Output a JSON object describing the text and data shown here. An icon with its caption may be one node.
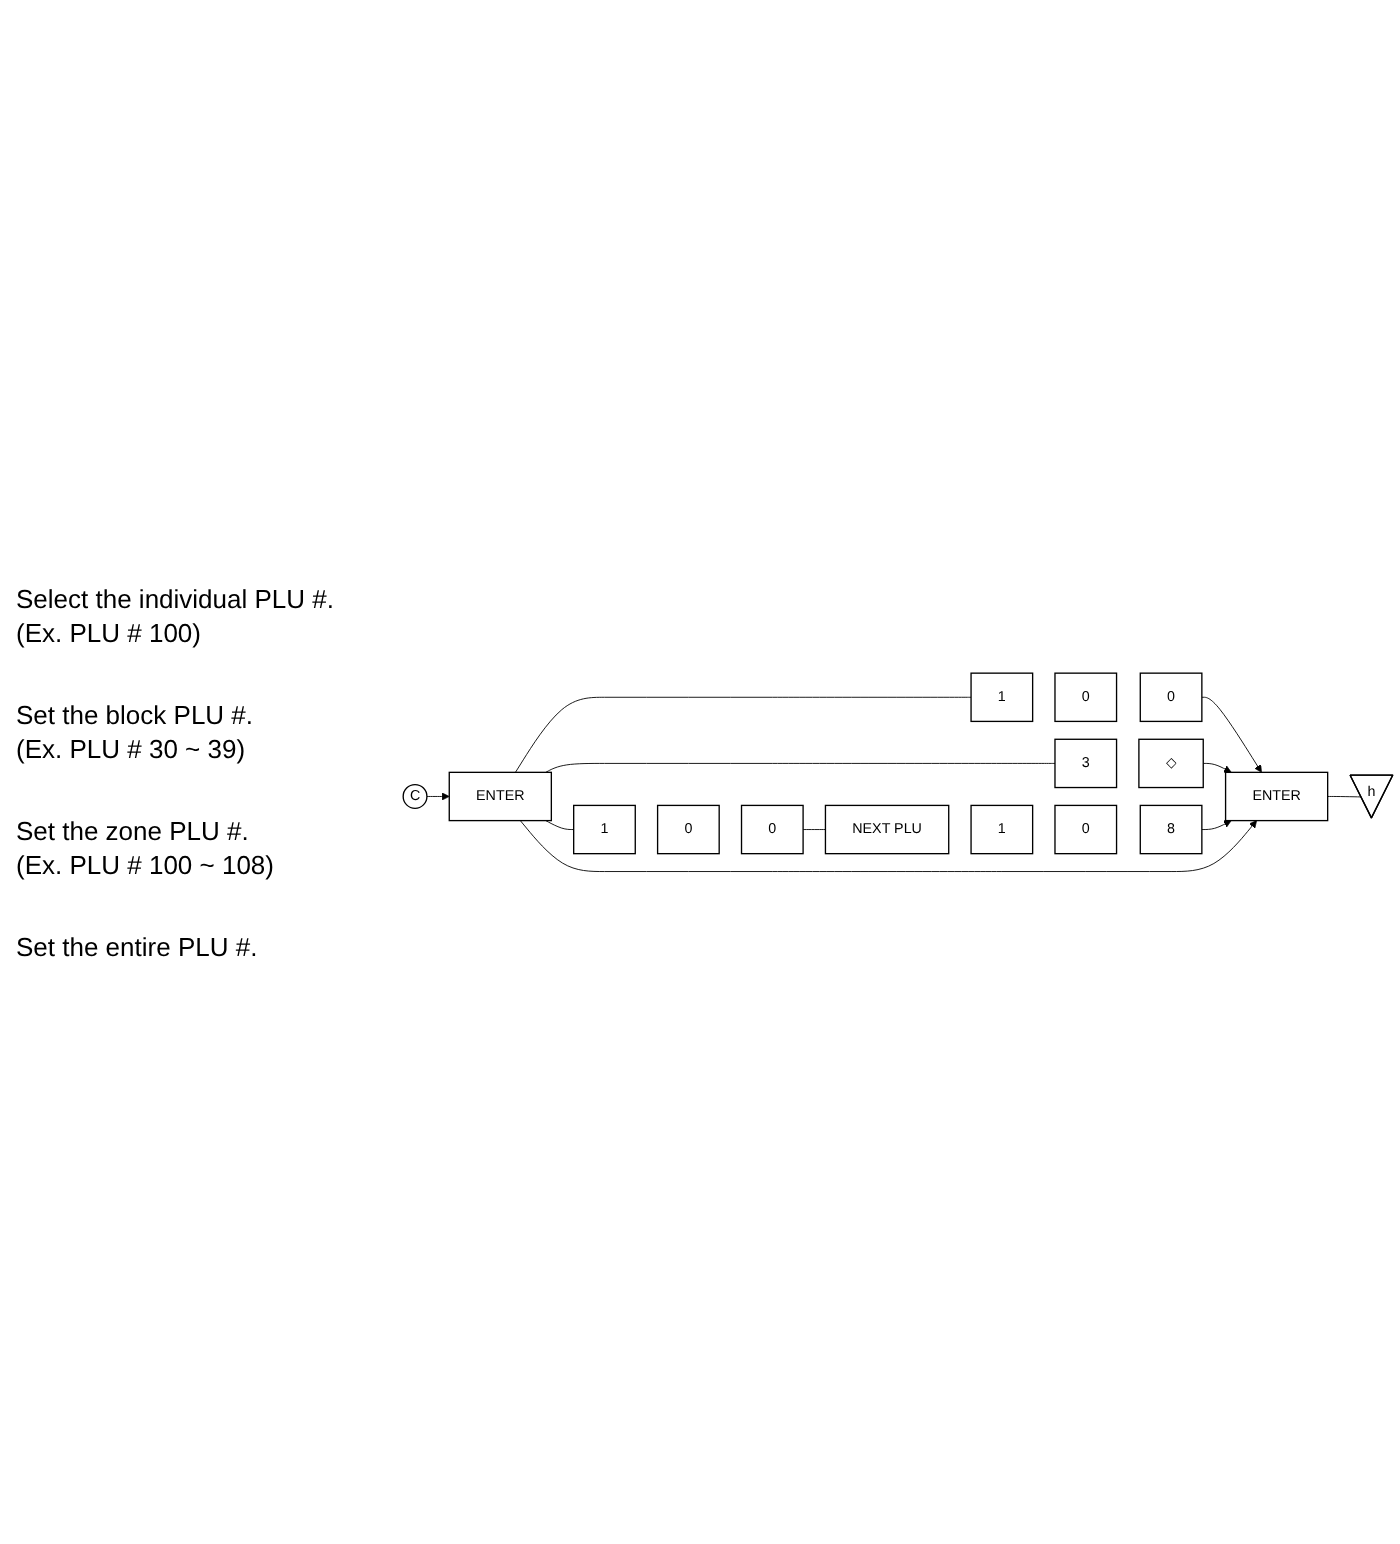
{
  "diagram": {
    "nodes": [
      {
        "text": [
          "C"
        ]
      },
      {
        "text": [
          "ENTER"
        ]
      },
      {
        "text": [
          "1"
        ]
      },
      {
        "text": [
          "0"
        ]
      },
      {
        "text": [
          "0"
        ]
      },
      {
        "text": [
          "3"
        ]
      },
      {
        "text": [
          "◇"
        ]
      },
      {
        "text": [
          "1"
        ]
      },
      {
        "text": [
          "0"
        ]
      },
      {
        "text": [
          "0"
        ]
      },
      {
        "text": [
          "NEXT PLU"
        ]
      },
      {
        "text": [
          "1"
        ]
      },
      {
        "text": [
          "0"
        ]
      },
      {
        "text": [
          "8"
        ]
      },
      {
        "text": [
          "ENTER"
        ]
      },
      {
        "text": [
          "h"
        ]
      }
    ],
    "edges": [
      {
        "from": 0,
        "to": 1,
        "arrow": "to"
      },
      {
        "from": 1,
        "to": 2,
        "arrow": "none"
      },
      {
        "from": 1,
        "to": 5,
        "arrow": "none"
      },
      {
        "from": 1,
        "to": 7,
        "arrow": "none"
      },
      {
        "from": 9,
        "to": 10,
        "arrow": "none"
      },
      {
        "from": 4,
        "to": 14,
        "arrow": "to"
      },
      {
        "from": 6,
        "to": 14,
        "arrow": "to"
      },
      {
        "from": 13,
        "to": 14,
        "arrow": "to"
      },
      {
        "from": 1,
        "to": 14,
        "arrow": "to"
      },
      {
        "from": 14,
        "to": 15,
        "arrow": "none"
      }
    ],
    "labels": [
      "Select the individual PLU #.",
      "(Ex. PLU # 100)",
      "Set the block PLU #.",
      "(Ex. PLU # 30 ~ 39)",
      "Set the zone PLU #.",
      "(Ex. PLU # 100 ~ 108)",
      "Set the entire PLU #."
    ]
  }
}
